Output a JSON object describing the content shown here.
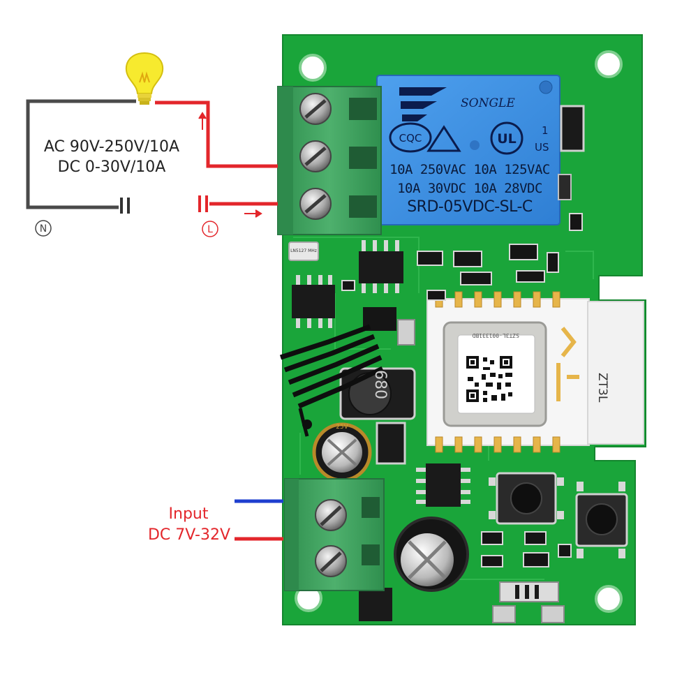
{
  "wiring": {
    "load_rating_line1": "AC 90V-250V/10A",
    "load_rating_line2": "DC 0-30V/10A",
    "neutral_symbol": "N",
    "live_symbol": "L",
    "input_label": "Input",
    "input_voltage": "DC 7V-32V"
  },
  "relay": {
    "brand": "SONGLE",
    "cert_mark": "CQC",
    "ul_suffix": "1",
    "ul_mark": "US",
    "rating_line1": "10A 250VAC 10A 125VAC",
    "rating_line2": "10A  30VDC 10A  28VDC",
    "model": "SRD-05VDC-SL-C"
  },
  "board": {
    "inductor_code": "680",
    "module_side_label": "ZT3L",
    "module_chip_label": "SZT3L-001331BD",
    "ic_label": "LN5127 MHz",
    "cap_label": "25V"
  },
  "colors": {
    "pcb_green": "#1aa53a",
    "terminal_green": "#3f9f5e",
    "relay_blue": "#3d8fe0",
    "live_wire": "#e3262b",
    "neutral_wire": "#4a4a4a",
    "input_negative": "#1f3fcf",
    "input_positive": "#e3262b",
    "bulb_yellow": "#f7ea2e"
  },
  "icons": [
    "light-bulb-icon",
    "neutral-symbol",
    "live-symbol",
    "qr-code-icon"
  ]
}
